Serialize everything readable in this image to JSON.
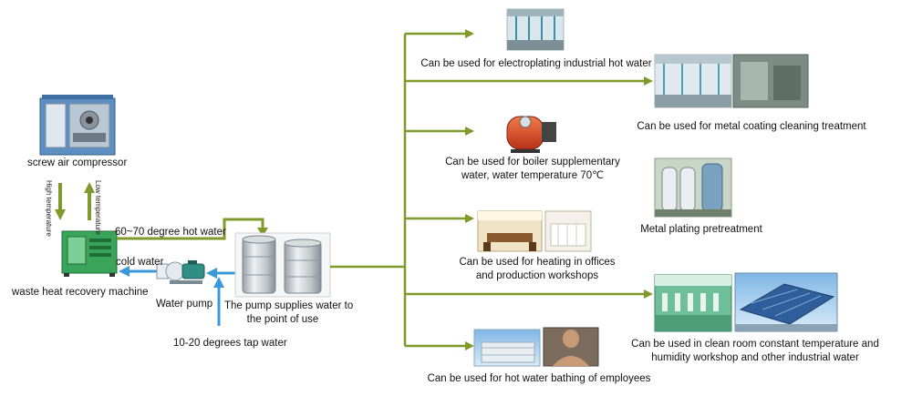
{
  "source": {
    "compressor_label": "screw air compressor",
    "high_temp_label": "High temperature",
    "low_temp_label": "Low temperature",
    "recovery_label": "waste heat recovery machine",
    "hot_water_label": "60~70 degree hot water",
    "cold_water_label": "cold water",
    "pump_label": "Water pump",
    "tank_label_line1": "The pump supplies water to",
    "tank_label_line2": "the point of use",
    "tap_water_label": "10-20 degrees tap water"
  },
  "uses": [
    {
      "label_line1": "Can be used for electroplating industrial hot water",
      "label_line2": "",
      "icon": "electroplating-line-photo"
    },
    {
      "label_line1": "Can be used for metal coating cleaning treatment",
      "label_line2": "",
      "icon": "coating-line-photo"
    },
    {
      "label_line1": "Can be used for boiler supplementary",
      "label_line2": "water, water temperature 70℃",
      "icon": "boiler-photo"
    },
    {
      "label_line1": "Metal plating pretreatment",
      "label_line2": "",
      "icon": "plating-tanks-photo"
    },
    {
      "label_line1": "Can be used for heating in offices",
      "label_line2": "and production workshops",
      "icon": "office-interior-photo"
    },
    {
      "label_line1": "Can be used in clean room constant temperature and",
      "label_line2": "humidity workshop and other industrial water",
      "icon": "clean-room-photo"
    },
    {
      "label_line1": "Can be used for hot water bathing of employees",
      "label_line2": "",
      "icon": "shower-photo"
    }
  ],
  "colors": {
    "hot_arrow": "#7f9a2a",
    "cold_arrow": "#3a9ad9",
    "machine_green": "#3aa55a",
    "tank_steel": "#c8ccd0"
  }
}
